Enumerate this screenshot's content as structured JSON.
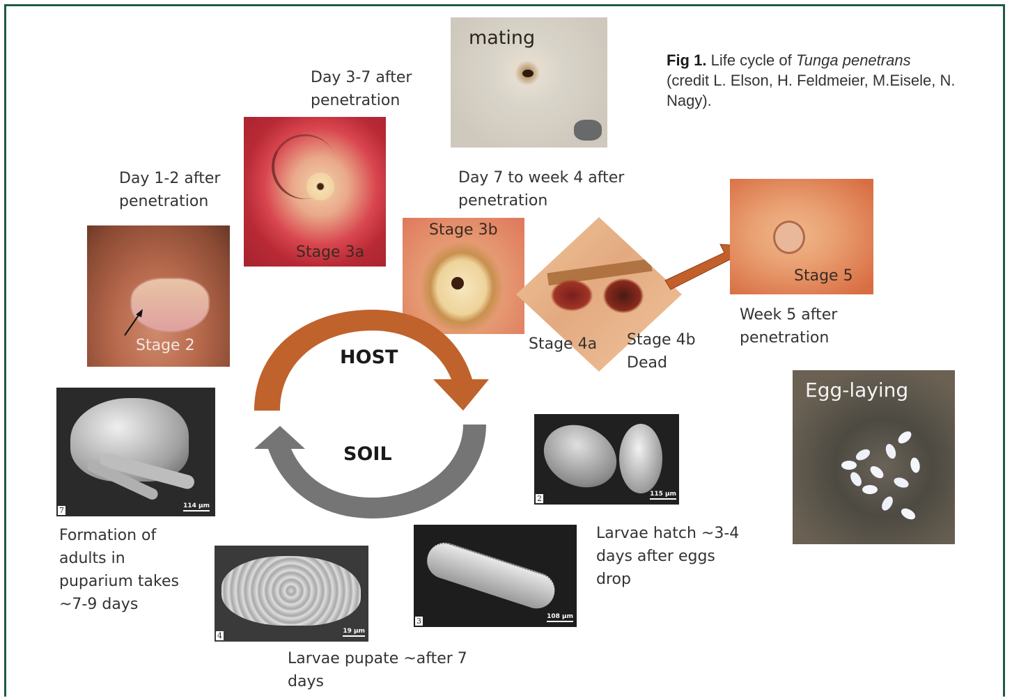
{
  "figure": {
    "fig_label": "Fig 1.",
    "title_pre": "Life cycle of ",
    "title_species": "Tunga penetrans",
    "title_credit": "(credit L. Elson, H. Feldmeier, M.Eisele, N. Nagy)."
  },
  "cycle": {
    "host_label": "HOST",
    "soil_label": "SOIL",
    "host_color": "#c0622c",
    "soil_color": "#757575"
  },
  "photos": {
    "mating": {
      "label": "mating"
    },
    "stage2": {
      "label": "Stage 2"
    },
    "stage3a": {
      "label": "Stage 3a"
    },
    "stage3b": {
      "label": "Stage 3b"
    },
    "stage5": {
      "label": "Stage 5"
    },
    "egg_laying": {
      "label": "Egg-laying"
    },
    "sem_eggs": {
      "number": "2",
      "scale": "115 µm"
    },
    "sem_larva": {
      "number": "3",
      "scale": "108 µm"
    },
    "sem_pupa": {
      "number": "4",
      "scale": "19 µm"
    },
    "sem_adult": {
      "number": "7",
      "scale": "114 µm"
    }
  },
  "labels": {
    "day1_2": [
      "Day 1-2 after",
      "penetration"
    ],
    "day3_7": [
      "Day 3-7 after",
      "penetration"
    ],
    "day7_week4": [
      "Day 7 to week 4 after",
      "penetration"
    ],
    "stage4a": "Stage 4a",
    "stage4b": [
      "Stage 4b",
      "Dead"
    ],
    "week5": [
      "Week 5 after",
      "penetration"
    ],
    "larvae_hatch": [
      "Larvae hatch ~3-4",
      "days after eggs",
      "drop"
    ],
    "larvae_pupate": [
      "Larvae pupate ~after 7",
      "days"
    ],
    "adults_formation": [
      "Formation of",
      "adults in",
      "puparium takes",
      "~7-9 days"
    ]
  }
}
